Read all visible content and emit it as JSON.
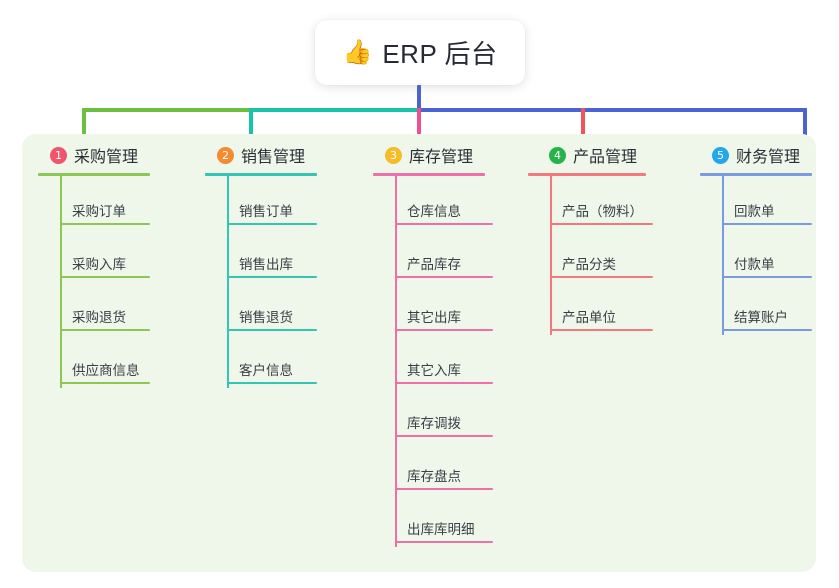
{
  "title": {
    "icon": "thumbs-up-icon",
    "icon_glyph": "👍",
    "text": "ERP 后台"
  },
  "colors": {
    "green": "#6cbf3f",
    "teal": "#19c2ab",
    "pink": "#ef4f91",
    "red": "#f2545b",
    "blue": "#4c63d2",
    "blue_light": "#7a9bdd",
    "panel_bg": "#eef7e9",
    "badge_1": "#f2546b",
    "badge_2": "#f58a30",
    "badge_3": "#f5bc2a",
    "badge_4": "#27b34a",
    "badge_5": "#22a7e8"
  },
  "columns": [
    {
      "number": "1",
      "title": "采购管理",
      "badge_color": "#f2546b",
      "line_color": "#8cc655",
      "items": [
        "采购订单",
        "采购入库",
        "采购退货",
        "供应商信息"
      ]
    },
    {
      "number": "2",
      "title": "销售管理",
      "badge_color": "#f58a30",
      "line_color": "#35c5b4",
      "items": [
        "销售订单",
        "销售出库",
        "销售退货",
        "客户信息"
      ]
    },
    {
      "number": "3",
      "title": "库存管理",
      "badge_color": "#f5bc2a",
      "line_color": "#ef6fa8",
      "items": [
        "仓库信息",
        "产品库存",
        "其它出库",
        "其它入库",
        "库存调拨",
        "库存盘点",
        "出库库明细"
      ]
    },
    {
      "number": "4",
      "title": "产品管理",
      "badge_color": "#27b34a",
      "line_color": "#f4787e",
      "items": [
        "产品（物料）",
        "产品分类",
        "产品单位"
      ]
    },
    {
      "number": "5",
      "title": "财务管理",
      "badge_color": "#22a7e8",
      "line_color": "#7a9bdd",
      "items": [
        "回款单",
        "付款单",
        "结算账户"
      ]
    }
  ]
}
